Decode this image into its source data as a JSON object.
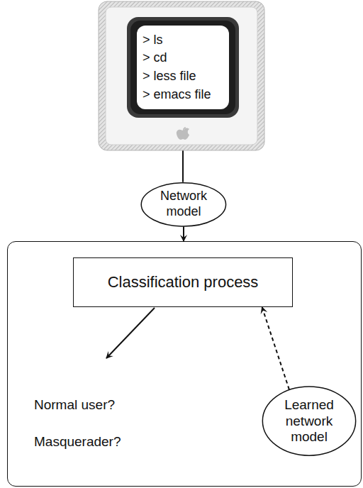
{
  "diagram": {
    "nodes": [
      {
        "text": [
          "> ls",
          "> cd",
          "> less file",
          "> emacs file"
        ]
      },
      {
        "text": [
          "Network model"
        ]
      },
      {
        "text": []
      },
      {
        "text": [
          "Classification process"
        ],
        "in": 2
      },
      {
        "text": [
          "Learned network model"
        ],
        "in": 2
      }
    ],
    "edges": [
      {
        "from": 0,
        "to": 1,
        "arrow": "none"
      },
      {
        "from": 1,
        "to": 2,
        "arrow": "to"
      },
      {
        "from": 4,
        "to": 3,
        "arrow": "to"
      }
    ],
    "labels": [
      "Normal user?",
      "Masquerader?"
    ]
  }
}
